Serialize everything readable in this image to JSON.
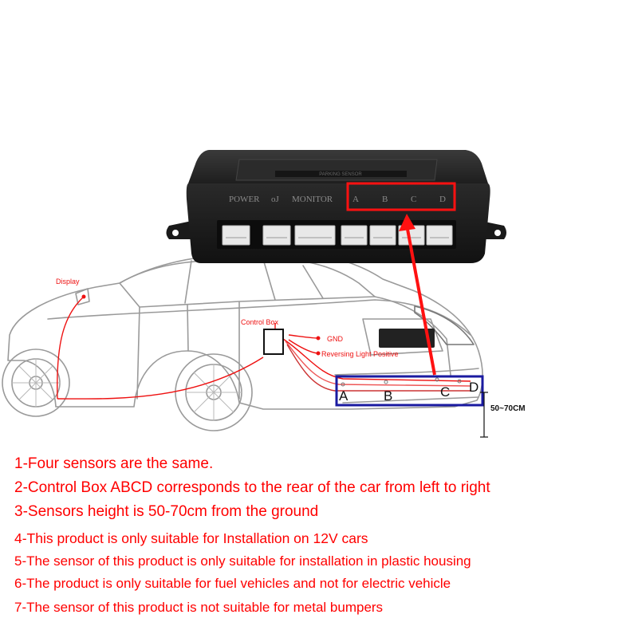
{
  "control_box": {
    "label_plate": "PARKING SENSOR",
    "port_labels": [
      "POWER",
      "oJ",
      "MONITOR",
      "A",
      "B",
      "C",
      "D"
    ]
  },
  "callouts": {
    "display": "Display",
    "control_box": "Control Box",
    "gnd": "GND",
    "reversing_light": "Reversing Light Positive",
    "height": "50~70CM"
  },
  "sensor_letters": [
    "A",
    "B",
    "C",
    "D"
  ],
  "notes": [
    "1-Four sensors are the same.",
    "2-Control Box ABCD corresponds to the rear of the car from left to right",
    "3-Sensors height is 50-70cm from the ground",
    "4-This product is only suitable for Installation on 12V cars",
    "5-The sensor of this product is only suitable for installation in plastic housing",
    "6-The product is only suitable for fuel vehicles and not for electric vehicle",
    "7-The sensor of this product is not suitable for metal bumpers"
  ],
  "colors": {
    "accent_red": "#ff0000",
    "highlight_blue": "#1a1aa0",
    "box_body": "#1c1c1c"
  }
}
